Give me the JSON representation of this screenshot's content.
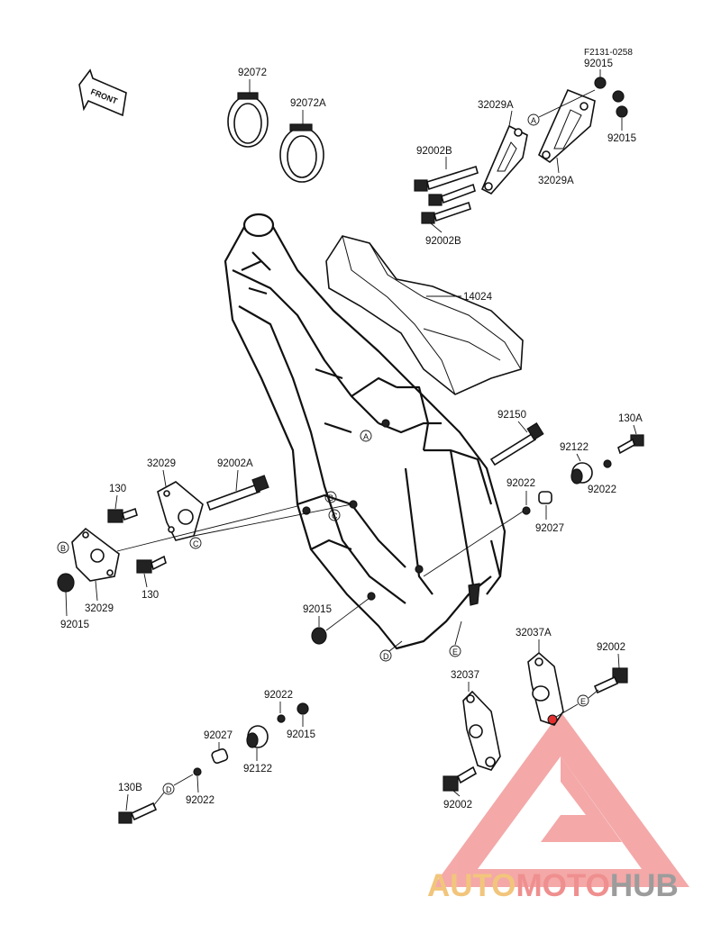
{
  "diagram_code": "F2131-0258",
  "front_label": "FRONT",
  "parts": {
    "p92072": "92072",
    "p92072a": "92072A",
    "p92015_top1": "92015",
    "p32029a_1": "32029A",
    "p92015_top2": "92015",
    "p92002b_1": "92002B",
    "p32029a_2": "32029A",
    "p92002b_2": "92002B",
    "p14024": "14024",
    "p92150": "92150",
    "p130a": "130A",
    "p92122_right": "92122",
    "p92022_right1": "92022",
    "p92022_right2": "92022",
    "p92027_right": "92027",
    "p32029_left1": "32029",
    "p92002a": "92002A",
    "p130_left1": "130",
    "p32029_left2": "32029",
    "p130_left2": "130",
    "p92015_left": "92015",
    "p92015_mid": "92015",
    "p32037a": "32037A",
    "p92002_right": "92002",
    "p32037": "32037",
    "p92002_bottom": "92002",
    "p92022_bot1": "92022",
    "p92015_bot": "92015",
    "p92027_bot": "92027",
    "p92122_bot": "92122",
    "p130b": "130B",
    "p92022_bot2": "92022"
  },
  "refs": {
    "a1": "A",
    "a2": "A",
    "b1": "B",
    "b2": "B",
    "c1": "C",
    "c2": "C",
    "d1": "D",
    "d2": "D",
    "e1": "E",
    "e2": "E"
  },
  "watermark": {
    "part1": "AUTO",
    "part2": "MOTO",
    "part3": "HUB",
    "color_auto": "#f2c57c",
    "color_moto": "#ef8f8f",
    "color_hub": "#9c9c9c",
    "triangle_color": "#f39a9a"
  }
}
